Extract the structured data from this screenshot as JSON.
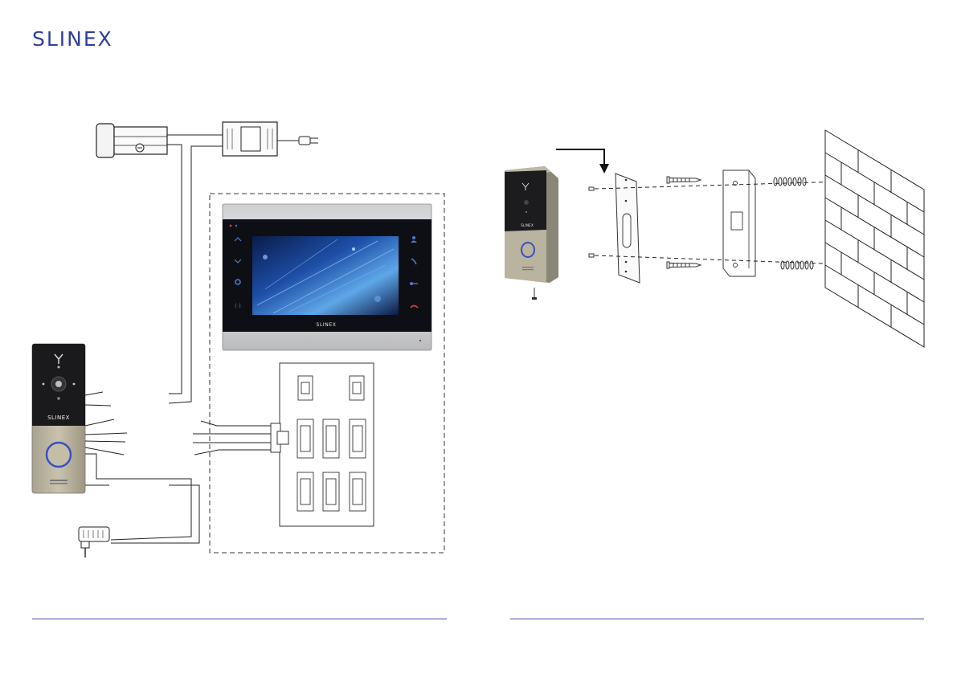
{
  "brand": {
    "logo_text": "SLINEX",
    "brand_color": "#2f3f9e"
  },
  "door_station": {
    "label": "SLINEX",
    "call_button_color": "#3b4fc4"
  },
  "monitor": {
    "bezel_label": "SLINEX",
    "icons": [
      "chevron-up-icon",
      "chevron-down-icon",
      "gear-icon",
      "intercom-icon",
      "user-icon",
      "phone-answer-icon",
      "key-icon",
      "phone-hangup-icon"
    ],
    "accent": "#4a7bd6",
    "hangup_color": "#e53935"
  },
  "mount_diagram": {
    "door_station_label": "SLINEX"
  }
}
